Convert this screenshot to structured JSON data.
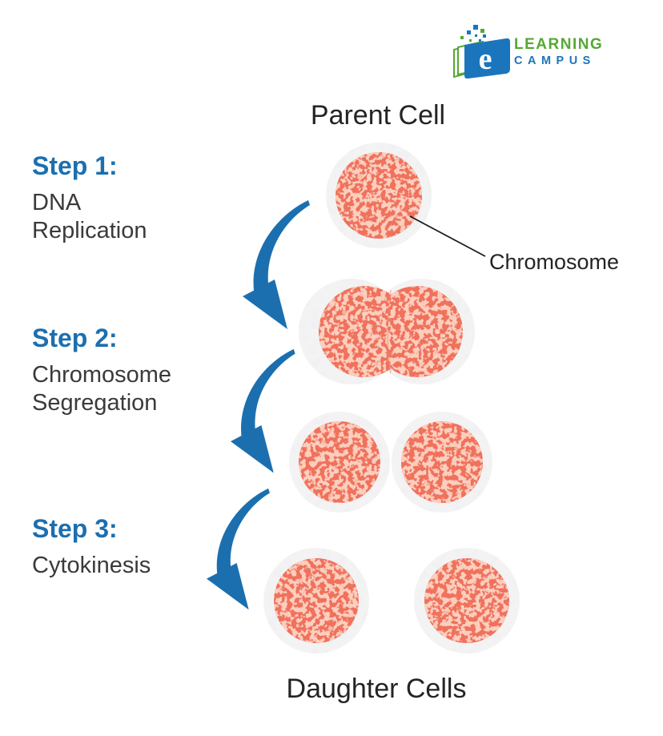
{
  "logo": {
    "line1": "LEARNING",
    "line2": "CAMPUS",
    "badge_letter": "e"
  },
  "header": {
    "title": "Parent Cell"
  },
  "annotations": {
    "chromosome": "Chromosome"
  },
  "steps": [
    {
      "label": "Step 1:",
      "description": "DNA\nReplication"
    },
    {
      "label": "Step 2:",
      "description": "Chromosome\nSegregation"
    },
    {
      "label": "Step 3:",
      "description": "Cytokinesis"
    }
  ],
  "footer": {
    "label": "Daughter Cells"
  },
  "colors": {
    "accent_blue": "#1C6FAF",
    "logo_green": "#56A832",
    "logo_blue": "#1B75BC",
    "cell_fill": "#F0715C",
    "cell_speckle": "#F69D82",
    "membrane": "#F3F3F4",
    "text_dark": "#3A3A3A",
    "pointer_line": "#1A1A1A"
  }
}
